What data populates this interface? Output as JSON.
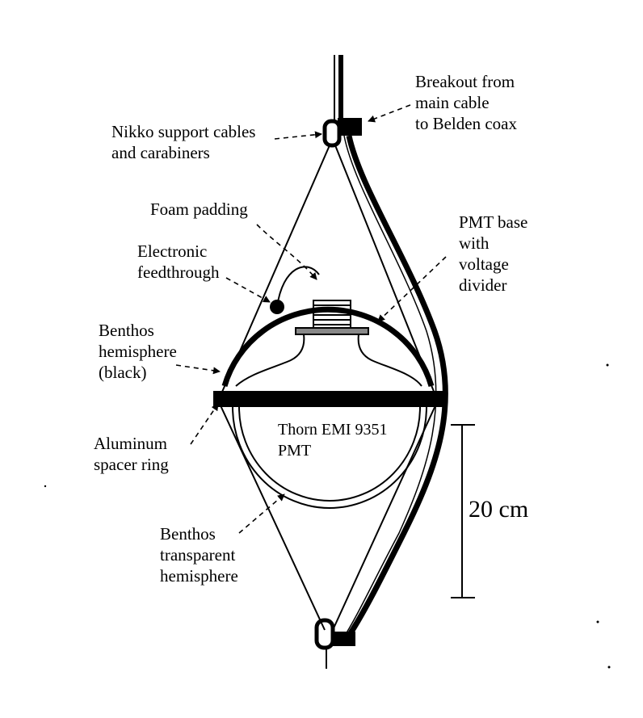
{
  "diagram": {
    "labels": {
      "breakout": [
        "Breakout from",
        "main cable",
        "to Belden coax"
      ],
      "nikko": [
        "Nikko support cables",
        "and carabiners"
      ],
      "foam": [
        "Foam padding"
      ],
      "pmt_base": [
        "PMT base",
        "with",
        "voltage",
        "divider"
      ],
      "feedthrough": [
        "Electronic",
        "feedthrough"
      ],
      "benthos_black": [
        "Benthos",
        "hemisphere",
        "(black)"
      ],
      "pmt_name": [
        "Thorn EMI 9351",
        "PMT"
      ],
      "aluminum": [
        "Aluminum",
        "spacer ring"
      ],
      "benthos_transparent": [
        "Benthos",
        "transparent",
        "hemisphere"
      ],
      "scale": [
        "20 cm"
      ]
    },
    "colors": {
      "ink": "#000000",
      "paper": "#ffffff"
    }
  }
}
